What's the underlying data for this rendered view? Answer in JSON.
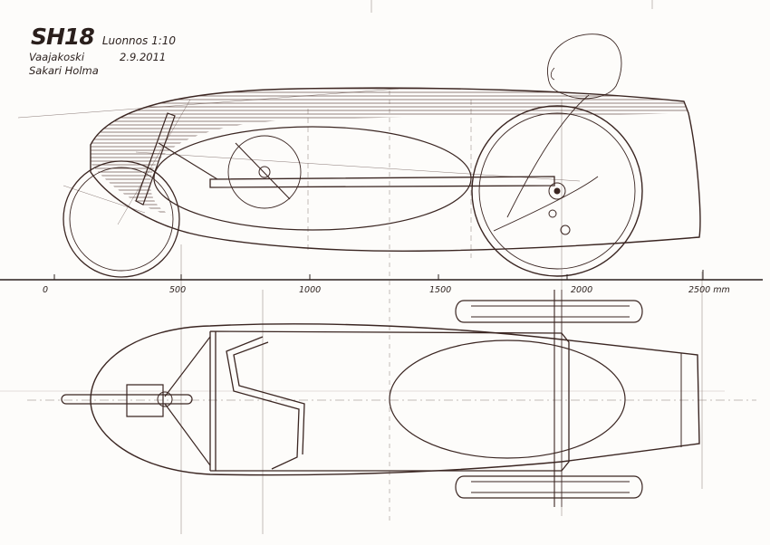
{
  "title": {
    "model": "SH18",
    "subtitle": "Luonnos 1:10"
  },
  "meta": {
    "place": "Vaajakoski",
    "date": "2.9.2011",
    "author": "Sakari Holma"
  },
  "scale_axis": {
    "ticks": [
      "0",
      "500",
      "1000",
      "1500",
      "2000",
      "2500 mm"
    ]
  },
  "colors": {
    "ink": "#3b2622",
    "paper": "#fdfcfa"
  }
}
